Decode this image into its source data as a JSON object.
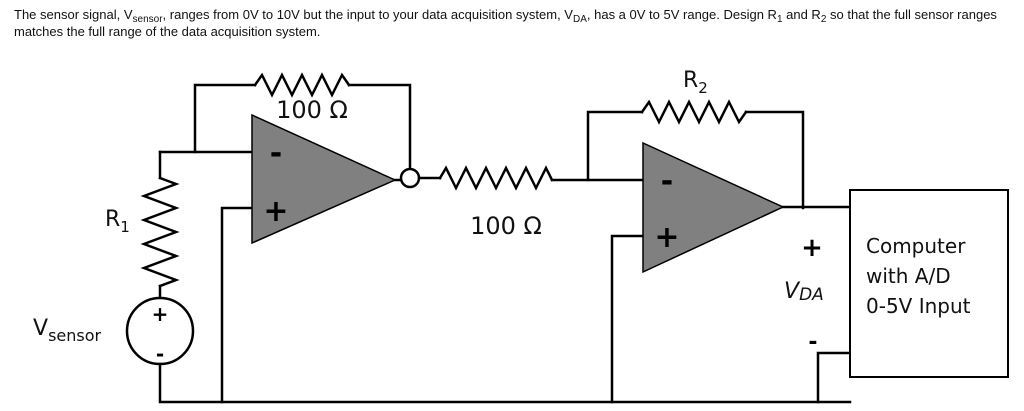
{
  "question": {
    "part1": "The sensor signal, V",
    "sub_sensor": "sensor",
    "part2": ", ranges from 0V to 10V but the input to your data acquisition system, V",
    "sub_da": "DA",
    "part3": ", has a 0V to 5V range. Design R",
    "sub_1": "1",
    "part4": " and R",
    "sub_2": "2",
    "part5": " so that the full sensor ranges matches the full range of the data acquisition system."
  },
  "circuit": {
    "feedback_resistor_1": "100 Ω",
    "series_resistor": "100 Ω",
    "r1_main": "R",
    "r1_sub": "1",
    "r2_main": "R",
    "r2_sub": "2",
    "source_main": "V",
    "source_sub": "sensor",
    "source_plus": "+",
    "source_minus": "-",
    "opamp1_minus": "-",
    "opamp1_plus": "+",
    "opamp2_minus": "-",
    "opamp2_plus": "+",
    "vda_plus": "+",
    "vda_main": "V",
    "vda_sub": "DA",
    "vda_minus": "-"
  },
  "computer_box": {
    "line1": "Computer",
    "line2": "with A/D",
    "line3": "0-5V Input"
  }
}
